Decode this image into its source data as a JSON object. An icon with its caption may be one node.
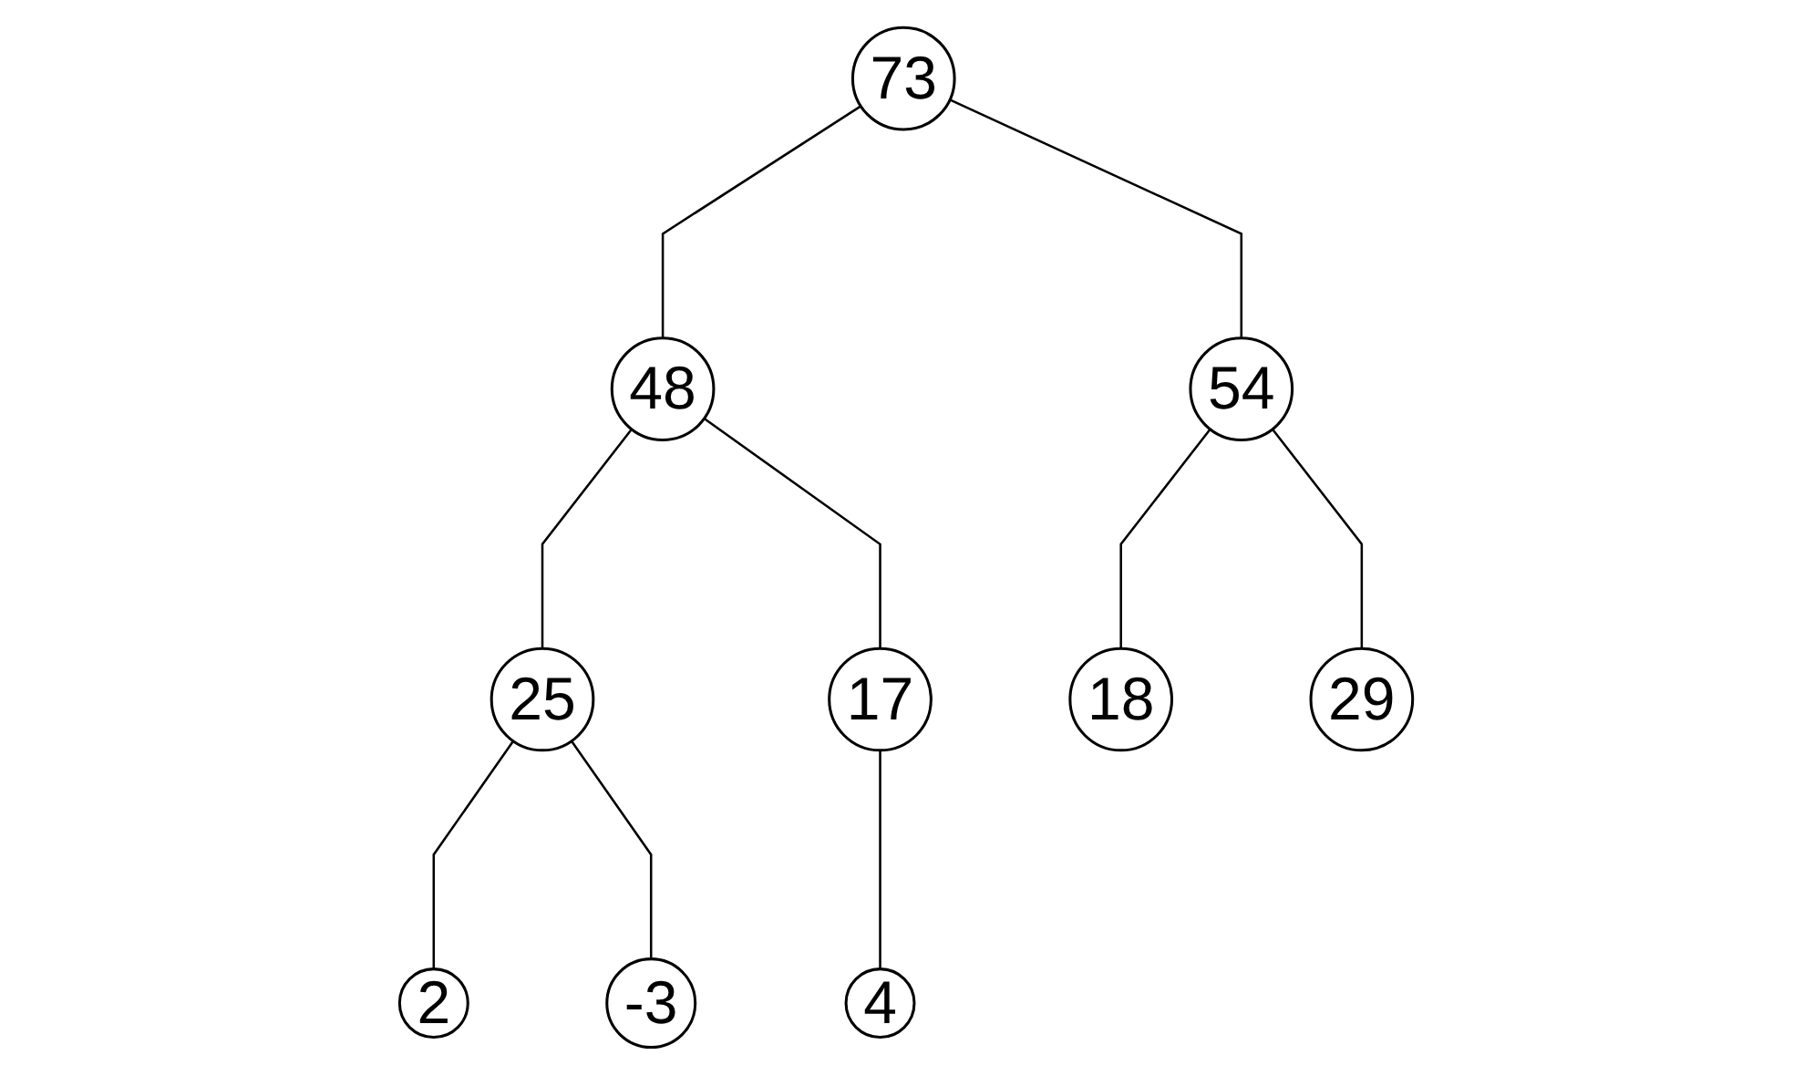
{
  "diagram": {
    "nodes": [
      {
        "text": [
          "73"
        ]
      },
      {
        "text": [
          "48"
        ]
      },
      {
        "text": [
          "54"
        ]
      },
      {
        "text": [
          "25"
        ]
      },
      {
        "text": [
          "17"
        ]
      },
      {
        "text": [
          "18"
        ]
      },
      {
        "text": [
          "29"
        ]
      },
      {
        "text": [
          "2"
        ]
      },
      {
        "text": [
          "-3"
        ]
      },
      {
        "text": [
          "4"
        ]
      }
    ],
    "edges": [
      {
        "from": 0,
        "to": 1,
        "arrow": "none"
      },
      {
        "from": 0,
        "to": 2,
        "arrow": "none"
      },
      {
        "from": 1,
        "to": 3,
        "arrow": "none"
      },
      {
        "from": 1,
        "to": 4,
        "arrow": "none"
      },
      {
        "from": 2,
        "to": 5,
        "arrow": "none"
      },
      {
        "from": 2,
        "to": 6,
        "arrow": "none"
      },
      {
        "from": 3,
        "to": 7,
        "arrow": "none"
      },
      {
        "from": 3,
        "to": 8,
        "arrow": "none"
      },
      {
        "from": 4,
        "to": 9,
        "arrow": "none"
      }
    ]
  }
}
